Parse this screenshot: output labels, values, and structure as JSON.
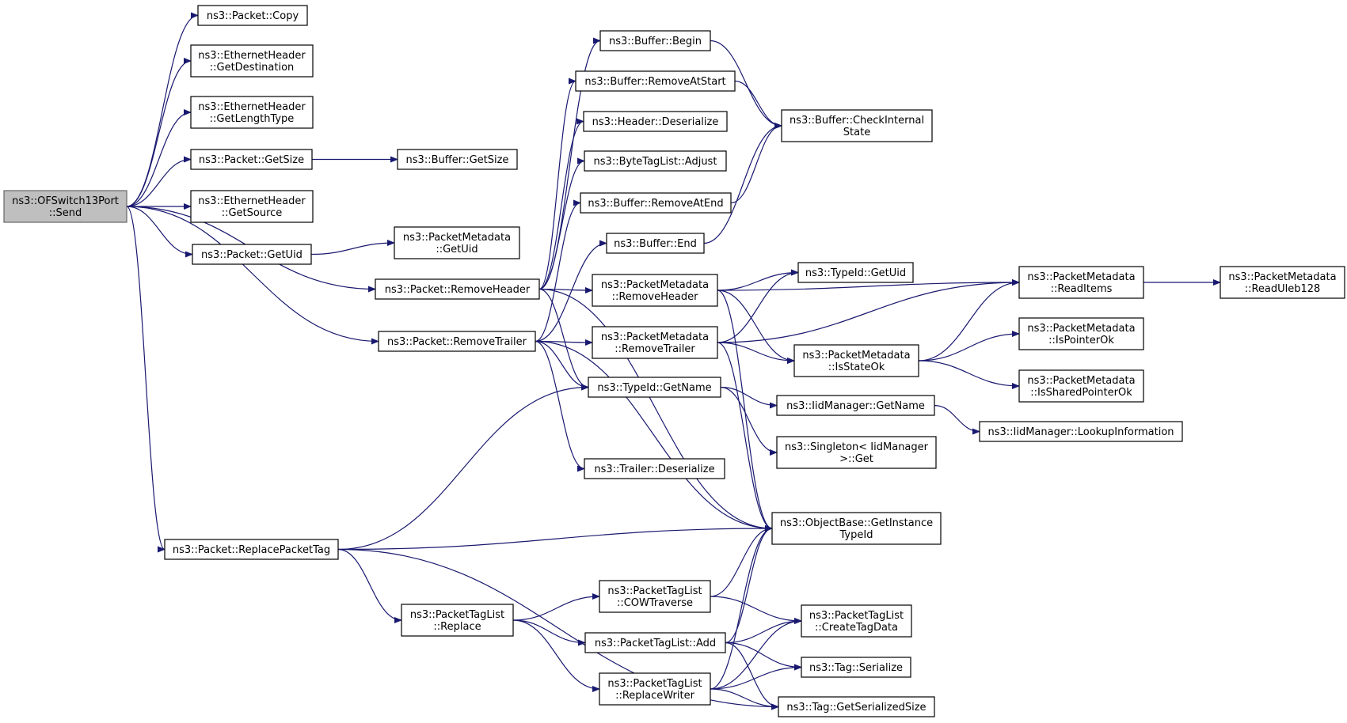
{
  "graph": {
    "root": "send",
    "colors": {
      "edge": "#191970",
      "node_fill": "#ffffff",
      "root_fill": "#bfbfbf",
      "border": "#000000"
    },
    "nodes": [
      {
        "id": "send",
        "lines": [
          "ns3::OFSwitch13Port",
          "::Send"
        ]
      },
      {
        "id": "copy",
        "lines": [
          "ns3::Packet::Copy"
        ]
      },
      {
        "id": "eth-getdest",
        "lines": [
          "ns3::EthernetHeader",
          "::GetDestination"
        ]
      },
      {
        "id": "eth-getlen",
        "lines": [
          "ns3::EthernetHeader",
          "::GetLengthType"
        ]
      },
      {
        "id": "pkt-getsize",
        "lines": [
          "ns3::Packet::GetSize"
        ]
      },
      {
        "id": "eth-getsrc",
        "lines": [
          "ns3::EthernetHeader",
          "::GetSource"
        ]
      },
      {
        "id": "pkt-getuid",
        "lines": [
          "ns3::Packet::GetUid"
        ]
      },
      {
        "id": "pkt-removeheader",
        "lines": [
          "ns3::Packet::RemoveHeader"
        ]
      },
      {
        "id": "pkt-removetrailer",
        "lines": [
          "ns3::Packet::RemoveTrailer"
        ]
      },
      {
        "id": "pkt-replacetag",
        "lines": [
          "ns3::Packet::ReplacePacketTag"
        ]
      },
      {
        "id": "buf-getsize",
        "lines": [
          "ns3::Buffer::GetSize"
        ]
      },
      {
        "id": "meta-getuid",
        "lines": [
          "ns3::PacketMetadata",
          "::GetUid"
        ]
      },
      {
        "id": "buf-begin",
        "lines": [
          "ns3::Buffer::Begin"
        ]
      },
      {
        "id": "buf-removeatstart",
        "lines": [
          "ns3::Buffer::RemoveAtStart"
        ]
      },
      {
        "id": "hdr-deserialize",
        "lines": [
          "ns3::Header::Deserialize"
        ]
      },
      {
        "id": "btl-adjust",
        "lines": [
          "ns3::ByteTagList::Adjust"
        ]
      },
      {
        "id": "buf-removeatend",
        "lines": [
          "ns3::Buffer::RemoveAtEnd"
        ]
      },
      {
        "id": "buf-end",
        "lines": [
          "ns3::Buffer::End"
        ]
      },
      {
        "id": "meta-removeheader",
        "lines": [
          "ns3::PacketMetadata",
          "::RemoveHeader"
        ]
      },
      {
        "id": "meta-removetrailer",
        "lines": [
          "ns3::PacketMetadata",
          "::RemoveTrailer"
        ]
      },
      {
        "id": "typeid-getname",
        "lines": [
          "ns3::TypeId::GetName"
        ]
      },
      {
        "id": "trl-deserialize",
        "lines": [
          "ns3::Trailer::Deserialize"
        ]
      },
      {
        "id": "ptl-replace",
        "lines": [
          "ns3::PacketTagList",
          "::Replace"
        ]
      },
      {
        "id": "ptl-cowtraverse",
        "lines": [
          "ns3::PacketTagList",
          "::COWTraverse"
        ]
      },
      {
        "id": "ptl-add",
        "lines": [
          "ns3::PacketTagList::Add"
        ]
      },
      {
        "id": "ptl-replacewriter",
        "lines": [
          "ns3::PacketTagList",
          "::ReplaceWriter"
        ]
      },
      {
        "id": "buf-checkinternal",
        "lines": [
          "ns3::Buffer::CheckInternal",
          "State"
        ]
      },
      {
        "id": "typeid-getuid",
        "lines": [
          "ns3::TypeId::GetUid"
        ]
      },
      {
        "id": "meta-isstateok",
        "lines": [
          "ns3::PacketMetadata",
          "::IsStateOk"
        ]
      },
      {
        "id": "iid-getname",
        "lines": [
          "ns3::IidManager::GetName"
        ]
      },
      {
        "id": "singleton-get",
        "lines": [
          "ns3::Singleton< IidManager",
          ">::Get"
        ]
      },
      {
        "id": "objbase-getinstance",
        "lines": [
          "ns3::ObjectBase::GetInstance",
          "TypeId"
        ]
      },
      {
        "id": "ptl-createtagdata",
        "lines": [
          "ns3::PacketTagList",
          "::CreateTagData"
        ]
      },
      {
        "id": "tag-serialize",
        "lines": [
          "ns3::Tag::Serialize"
        ]
      },
      {
        "id": "tag-getserializedsize",
        "lines": [
          "ns3::Tag::GetSerializedSize"
        ]
      },
      {
        "id": "meta-readitems",
        "lines": [
          "ns3::PacketMetadata",
          "::ReadItems"
        ]
      },
      {
        "id": "meta-ispointerok",
        "lines": [
          "ns3::PacketMetadata",
          "::IsPointerOk"
        ]
      },
      {
        "id": "meta-issharedpointerok",
        "lines": [
          "ns3::PacketMetadata",
          "::IsSharedPointerOk"
        ]
      },
      {
        "id": "iid-lookup",
        "lines": [
          "ns3::IidManager::LookupInformation"
        ]
      },
      {
        "id": "meta-readuleb",
        "lines": [
          "ns3::PacketMetadata",
          "::ReadUleb128"
        ]
      }
    ],
    "edges": [
      [
        "send",
        "copy"
      ],
      [
        "send",
        "eth-getdest"
      ],
      [
        "send",
        "eth-getlen"
      ],
      [
        "send",
        "pkt-getsize"
      ],
      [
        "send",
        "eth-getsrc"
      ],
      [
        "send",
        "pkt-getuid"
      ],
      [
        "send",
        "pkt-removeheader"
      ],
      [
        "send",
        "pkt-removetrailer"
      ],
      [
        "send",
        "pkt-replacetag"
      ],
      [
        "pkt-getsize",
        "buf-getsize"
      ],
      [
        "pkt-getuid",
        "meta-getuid"
      ],
      [
        "pkt-removeheader",
        "buf-begin"
      ],
      [
        "pkt-removeheader",
        "buf-removeatstart"
      ],
      [
        "pkt-removeheader",
        "hdr-deserialize"
      ],
      [
        "pkt-removeheader",
        "btl-adjust"
      ],
      [
        "pkt-removeheader",
        "meta-removeheader"
      ],
      [
        "pkt-removeheader",
        "typeid-getname"
      ],
      [
        "pkt-removeheader",
        "objbase-getinstance"
      ],
      [
        "pkt-removetrailer",
        "buf-removeatend"
      ],
      [
        "pkt-removetrailer",
        "buf-end"
      ],
      [
        "pkt-removetrailer",
        "meta-removetrailer"
      ],
      [
        "pkt-removetrailer",
        "typeid-getname"
      ],
      [
        "pkt-removetrailer",
        "trl-deserialize"
      ],
      [
        "pkt-removetrailer",
        "objbase-getinstance"
      ],
      [
        "pkt-replacetag",
        "typeid-getname"
      ],
      [
        "pkt-replacetag",
        "objbase-getinstance"
      ],
      [
        "pkt-replacetag",
        "ptl-replace"
      ],
      [
        "pkt-replacetag",
        "tag-getserializedsize"
      ],
      [
        "buf-begin",
        "buf-checkinternal"
      ],
      [
        "buf-removeatstart",
        "buf-checkinternal"
      ],
      [
        "buf-removeatend",
        "buf-checkinternal"
      ],
      [
        "buf-end",
        "buf-checkinternal"
      ],
      [
        "meta-removeheader",
        "meta-readitems"
      ],
      [
        "meta-removeheader",
        "typeid-getuid"
      ],
      [
        "meta-removeheader",
        "meta-isstateok"
      ],
      [
        "meta-removeheader",
        "objbase-getinstance"
      ],
      [
        "meta-removetrailer",
        "typeid-getuid"
      ],
      [
        "meta-removetrailer",
        "meta-readitems"
      ],
      [
        "meta-removetrailer",
        "meta-isstateok"
      ],
      [
        "meta-removetrailer",
        "objbase-getinstance"
      ],
      [
        "meta-isstateok",
        "meta-readitems"
      ],
      [
        "meta-isstateok",
        "meta-ispointerok"
      ],
      [
        "meta-isstateok",
        "meta-issharedpointerok"
      ],
      [
        "meta-readitems",
        "meta-readuleb"
      ],
      [
        "typeid-getname",
        "iid-getname"
      ],
      [
        "typeid-getname",
        "singleton-get"
      ],
      [
        "iid-getname",
        "iid-lookup"
      ],
      [
        "ptl-replace",
        "ptl-cowtraverse"
      ],
      [
        "ptl-replace",
        "ptl-add"
      ],
      [
        "ptl-replace",
        "ptl-replacewriter"
      ],
      [
        "ptl-cowtraverse",
        "objbase-getinstance"
      ],
      [
        "ptl-cowtraverse",
        "ptl-createtagdata"
      ],
      [
        "ptl-add",
        "objbase-getinstance"
      ],
      [
        "ptl-add",
        "ptl-createtagdata"
      ],
      [
        "ptl-add",
        "tag-serialize"
      ],
      [
        "ptl-add",
        "tag-getserializedsize"
      ],
      [
        "ptl-replacewriter",
        "objbase-getinstance"
      ],
      [
        "ptl-replacewriter",
        "ptl-createtagdata"
      ],
      [
        "ptl-replacewriter",
        "tag-serialize"
      ],
      [
        "ptl-replacewriter",
        "tag-getserializedsize"
      ]
    ]
  }
}
